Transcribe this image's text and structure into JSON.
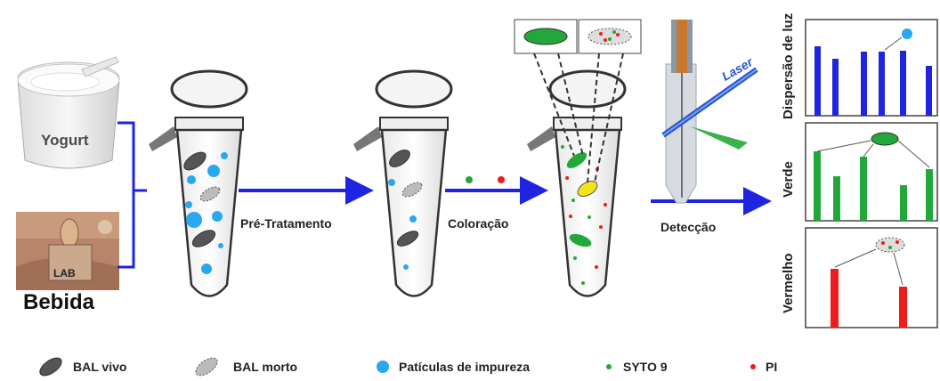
{
  "sources": {
    "yogurt_label": "Yogurt",
    "lab_label": "LAB",
    "beverage_label": "Bebida"
  },
  "steps": {
    "pretreatment": "Pré-Tratamento",
    "staining": "Coloração",
    "detection": "Detecção",
    "laser": "Laser"
  },
  "panels": {
    "scatter": "Dispersão de luz",
    "green": "Verde",
    "red": "Vermelho"
  },
  "legend": {
    "live": "BAL vivo",
    "dead": "BAL morto",
    "impurity": "Patículas de impureza",
    "syto9": "SYTO 9",
    "pi": "PI"
  },
  "colors": {
    "arrow": "#1f24e0",
    "scatter_bar": "#1f24e0",
    "green_bar": "#22a83a",
    "red_bar": "#ef1c1c",
    "impurity": "#29a8ef",
    "live_cell": "#555555"
  }
}
